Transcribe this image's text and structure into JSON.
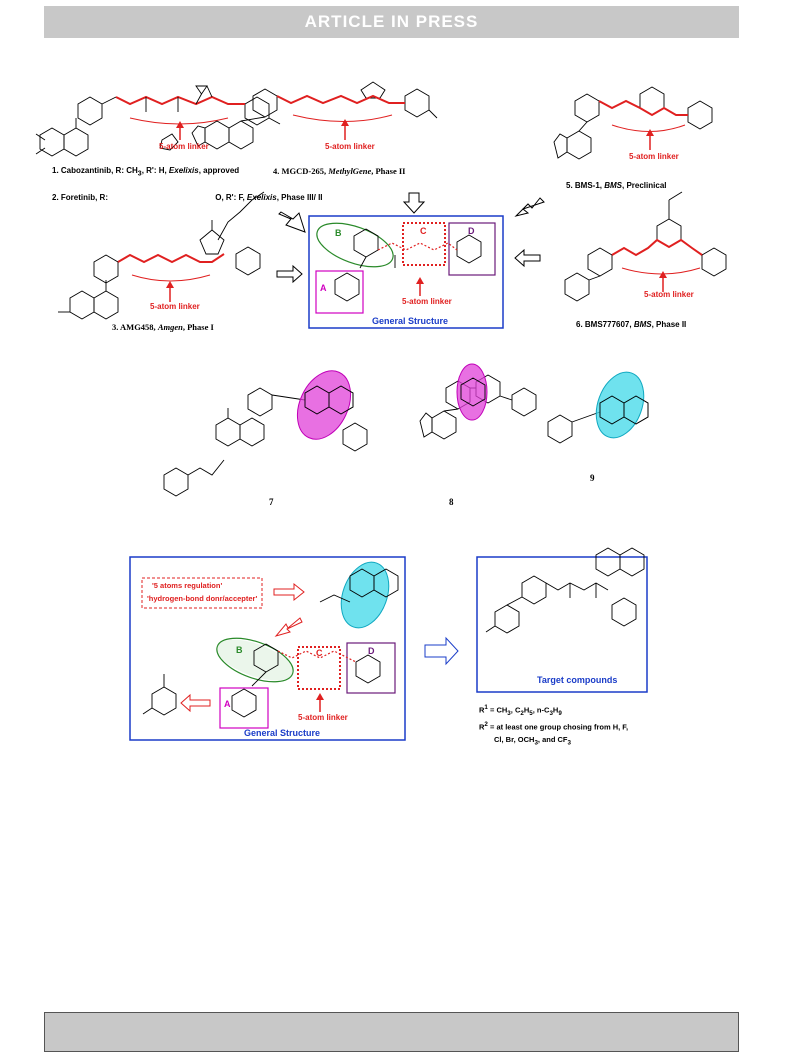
{
  "header": {
    "title": "ARTICLE IN PRESS"
  },
  "figure1": {
    "compounds": [
      {
        "line1": "1. Cabozantinib, R: CH",
        "line1_sub": "3",
        "line1_rest": ",  R': H, ",
        "company": "Exelixis",
        "status": ", approved"
      },
      {
        "line1": "2. Foretinib, R: ",
        "rest": "O, R': F, ",
        "company": "Exelixis",
        "status": ", Phase III/ II"
      },
      {
        "name": "4. MGCD-265, ",
        "company": "MethylGene",
        "status": ", Phase II"
      },
      {
        "name": "5.  BMS-1, ",
        "company": "BMS",
        "status": ", Preclinical"
      },
      {
        "name": "3. AMG458, ",
        "company": "Amgen",
        "status": ", Phase I"
      },
      {
        "name": "6. BMS777607, ",
        "company": "BMS",
        "status": ", Phase II"
      }
    ],
    "linker_label": "5-atom linker",
    "general_structure": "General Structure",
    "region_labels": [
      "A",
      "B",
      "C",
      "D"
    ]
  },
  "figure2": {
    "compound_numbers": [
      "7",
      "8",
      "9"
    ]
  },
  "figure3": {
    "regulation_line1": "'5 atoms regulation'",
    "regulation_line2": "'hydrogen-bond donr/accepter'",
    "linker_label": "5-atom linker",
    "general_structure": "General Structure",
    "target_compounds": "Target compounds",
    "r1_text": "R",
    "r1_values": " = CH",
    "r1_values_rest": ", C",
    "r2_text": " = at least one group chosing from H, F,",
    "r2_line2": "Cl, Br, OCH",
    "r2_line2_end": ", and CF"
  },
  "colors": {
    "header_bg": "#c8c8c8",
    "linker_red": "#e02020",
    "box_blue": "#1a3cc8",
    "green": "#2a8a2a",
    "magenta": "#d000c0",
    "cyan": "#3fd8e8",
    "purple": "#6a1a7a"
  }
}
